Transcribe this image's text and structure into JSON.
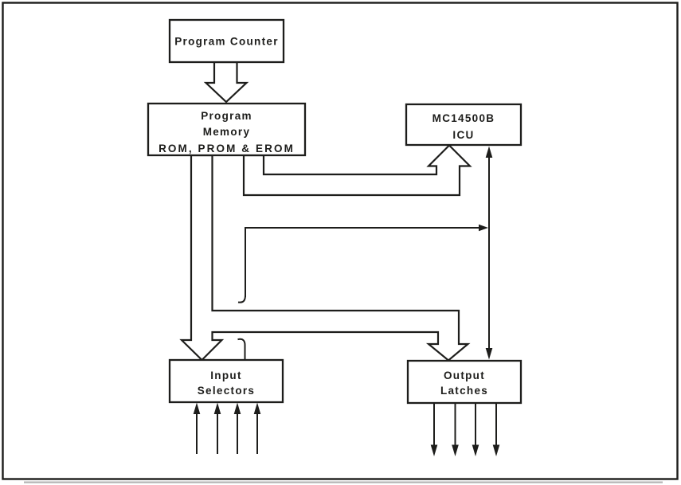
{
  "colors": {
    "ink": "#1d1d1b",
    "paper": "#ffffff"
  },
  "diagram": {
    "nodes": {
      "program_counter": {
        "lines": [
          "Program Counter"
        ]
      },
      "program_memory": {
        "lines": [
          "Program",
          "Memory",
          "ROM, PROM & EROM"
        ]
      },
      "icu": {
        "lines": [
          "MC14500B",
          "ICU"
        ]
      },
      "input_selectors": {
        "lines": [
          "Input",
          "Selectors"
        ]
      },
      "output_latches": {
        "lines": [
          "Output",
          "Latches"
        ]
      }
    },
    "edges": [
      {
        "id": "pc-to-program-memory",
        "from": "program_counter",
        "to": "program_memory",
        "style": "hollow-bus-arrow"
      },
      {
        "id": "program-memory-to-icu",
        "from": "program_memory",
        "to": "icu",
        "style": "hollow-bus-arrow"
      },
      {
        "id": "program-memory-to-input-selectors",
        "from": "program_memory",
        "to": "input_selectors",
        "style": "hollow-bus-arrow"
      },
      {
        "id": "program-memory-to-output-latches",
        "from": "program_memory",
        "to": "output_latches",
        "style": "hollow-bus-arrow"
      },
      {
        "id": "input-selectors-to-icu",
        "from": "input_selectors",
        "to": "icu",
        "style": "thin-line",
        "arrows": "single",
        "note": "crossover hops where it passes the bus"
      },
      {
        "id": "icu-output-latches",
        "from": "icu",
        "to": "output_latches",
        "style": "thin-line",
        "arrows": "double"
      },
      {
        "id": "external-inputs",
        "from": "external",
        "to": "input_selectors",
        "style": "thin-line",
        "count": 4,
        "direction": "up"
      },
      {
        "id": "external-outputs",
        "from": "output_latches",
        "to": "external",
        "style": "thin-line",
        "count": 4,
        "direction": "down"
      }
    ]
  }
}
